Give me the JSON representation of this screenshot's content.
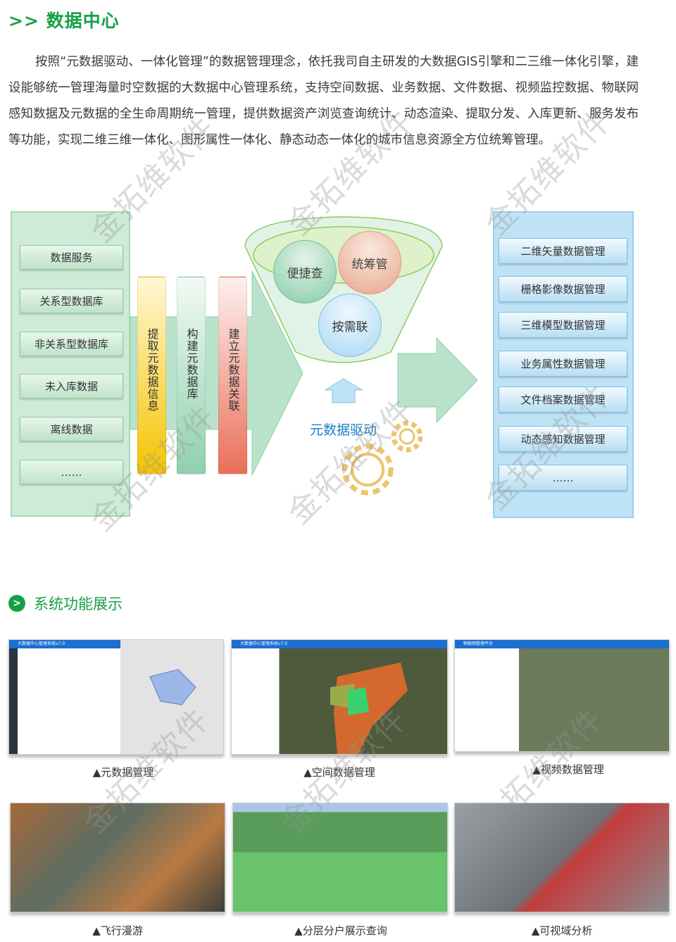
{
  "header": {
    "title": ">> 数据中心"
  },
  "intro": "按照“元数据驱动、一体化管理”的数据管理理念，依托我司自主研发的大数据GIS引擎和二三维一体化引擎，建设能够统一管理海量时空数据的大数据中心管理系统，支持空间数据、业务数据、文件数据、视频监控数据、物联网感知数据及元数据的全生命周期统一管理，提供数据资产浏览查询统计、动态渲染、提取分发、入库更新、服务发布等功能，实现二维三维一体化、图形属性一体化、静态动态一体化的城市信息资源全方位统筹管理。",
  "diagram": {
    "sources": [
      "数据服务",
      "关系型数据库",
      "非关系型数据库",
      "未入库数据",
      "离线数据",
      "……"
    ],
    "steps": [
      "提取元数据信息",
      "构建元数据库",
      "建立元数据关联"
    ],
    "funnel": [
      "便捷查",
      "统筹管",
      "按需联"
    ],
    "driver": "元数据驱动",
    "outputs": [
      "二维矢量数据管理",
      "栅格影像数据管理",
      "三维模型数据管理",
      "业务属性数据管理",
      "文件档案数据管理",
      "动态感知数据管理",
      "……"
    ]
  },
  "section2": {
    "icon": "chevron-right-icon",
    "title": "系统功能展示"
  },
  "screens": [
    {
      "caption": "▲元数据管理",
      "header": "大数据中心管理系统v7.0"
    },
    {
      "caption": "▲空间数据管理",
      "header": "大数据中心管理系统v7.0"
    },
    {
      "caption": "▲视频数据管理",
      "header": "物联网管理平台"
    },
    {
      "caption": "▲飞行漫游"
    },
    {
      "caption": "▲分层分户展示查询"
    },
    {
      "caption": "▲可视域分析"
    }
  ],
  "watermark": "金拓维软件",
  "colors": {
    "accent": "#16a045",
    "driver": "#1a7fc4"
  }
}
